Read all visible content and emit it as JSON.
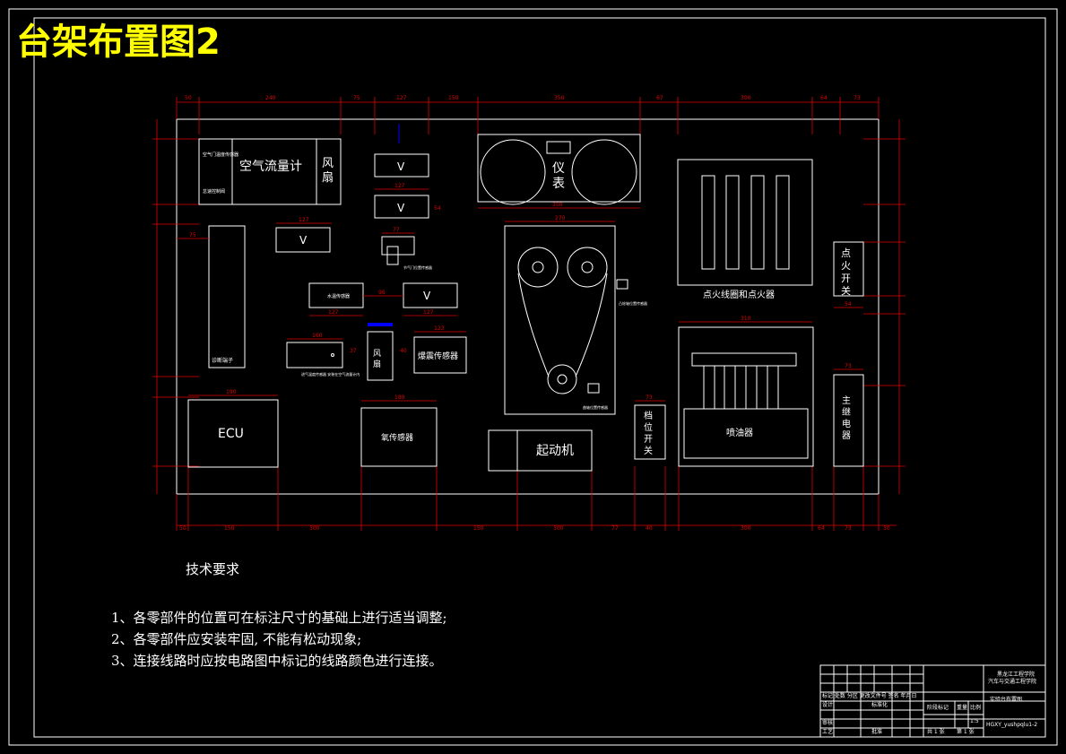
{
  "drawing_title": "台架布置图2",
  "components": {
    "air_flow_meter": "空气流量计",
    "fan_1": "风扇",
    "air_small_1": "空气门温度传感器",
    "air_small_2": "怠速控制阀",
    "gauge": "仪表",
    "ignition_coil": "点火线圈和点火器",
    "ignition_switch": "点火开关",
    "diagnostic_port": "诊断端子",
    "ecu": "ECU",
    "oxygen_sensor": "氧传感器",
    "starter": "起动机",
    "gear_switch": "档位开关",
    "injector": "喷油器",
    "main_relay": "主继电器",
    "fan_2": "风扇",
    "knock_sensor": "爆震传感器",
    "v_label": "V",
    "throttle_label": "节气门位置传感器",
    "small_box_label": "水温传感器",
    "crank_label": "曲轴位置传感器",
    "cam_label": "凸轮轴位置传感器",
    "rear_note": "进气温度传感器 安装在空气流量计内"
  },
  "dimensions": {
    "top": [
      "50",
      "240",
      "75",
      "127",
      "150",
      "350",
      "67",
      "300",
      "64",
      "73"
    ],
    "bottom": [
      "50",
      "150",
      "300",
      "150",
      "300",
      "77",
      "40",
      "300",
      "64",
      "73",
      "30"
    ],
    "box_127a": "127",
    "box_127b": "127",
    "box_127c": "127",
    "box_190": "190",
    "box_180": "180",
    "box_160": "160",
    "box_123": "123",
    "box_270": "270",
    "box_350": "350",
    "box_310": "310",
    "box_75": "75",
    "box_54": "54",
    "box_73": "73",
    "box_77": "77",
    "box_96": "96",
    "box_40": "40",
    "box_37": "37",
    "v_side": "54"
  },
  "requirements": {
    "heading": "技术要求",
    "items": [
      "1、各零部件的位置可在标注尺寸的基础上进行适当调整;",
      "2、各零部件应安装牢固, 不能有松动现象;",
      "3、连接线路时应按电路图中标记的线路颜色进行连接。"
    ]
  },
  "title_block": {
    "school_1": "黑龙江工程学院",
    "school_2": "汽车与交通工程学院",
    "drawing_name": "实验台布置图",
    "drawing_no": "HGXY_yushpqlu1-2",
    "designer": "设计",
    "reviewer": "审核",
    "process": "工艺",
    "standard": "标准化",
    "approve": "批准",
    "stage": "阶段标记",
    "weight": "重量",
    "scale": "比例",
    "scale_value": "1:5",
    "sheets": "共 1 张",
    "sheet": "第 1 张",
    "mark_row": "标记 处数 分区 更改文件号 签名 年月日"
  },
  "colors": {
    "background": "#000000",
    "line": "#ffffff",
    "dimension": "#e00000",
    "title": "#ffff00",
    "highlight": "#0000ff"
  }
}
